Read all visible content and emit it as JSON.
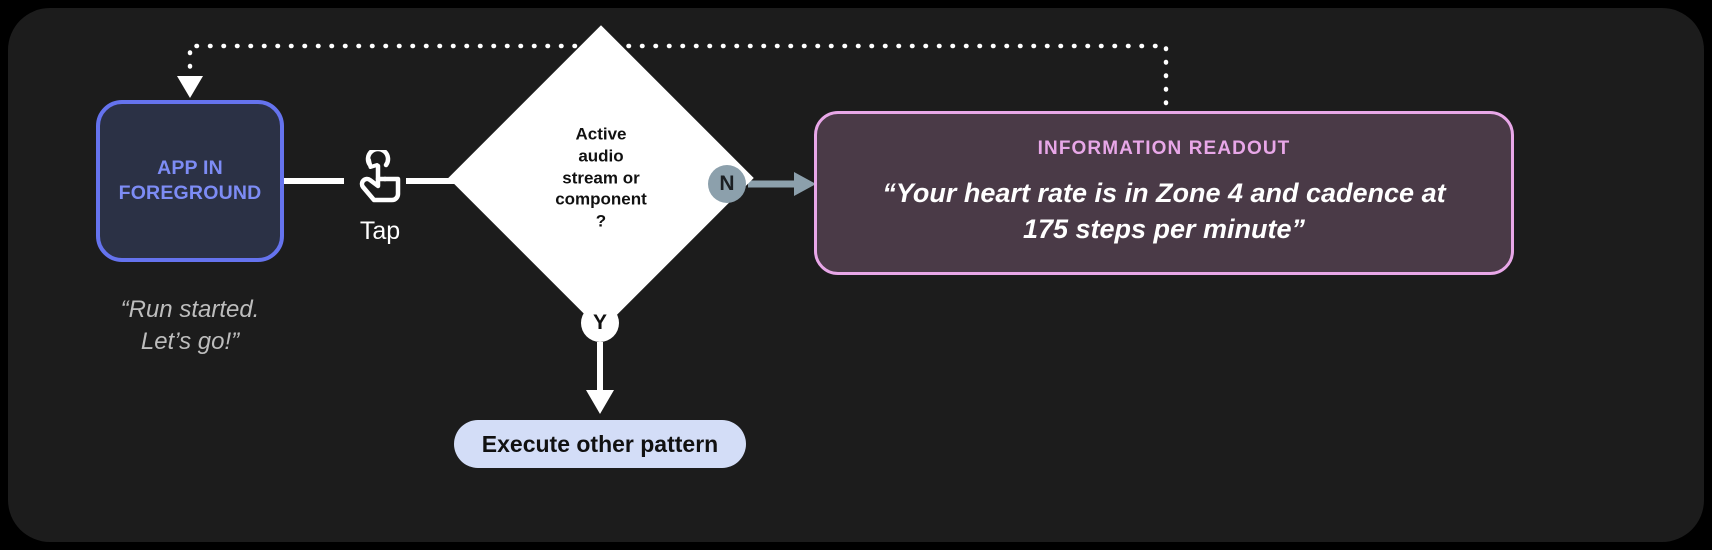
{
  "canvas": {
    "background": "#1c1c1c",
    "page_background": "#000000"
  },
  "app_node": {
    "label": "APP IN\nFOREGROUND",
    "label_line1": "APP IN",
    "label_line2": "FOREGROUND",
    "border_color": "#6573ee",
    "fill_color": "#2b3145",
    "text_color": "#7d8cf5",
    "caption_line1": "“Run started.",
    "caption_line2": "Let’s go!”",
    "caption_color": "#bdbdbd"
  },
  "gesture": {
    "icon": "tap-hand-icon",
    "label": "Tap",
    "color": "#ffffff"
  },
  "decision": {
    "line1": "Active",
    "line2": "audio",
    "line3": "stream or",
    "line4": "component",
    "line5": "?",
    "fill_color": "#ffffff",
    "text_color": "#111111"
  },
  "branches": {
    "no": {
      "badge_label": "N",
      "badge_color": "#8ca0ac",
      "badge_text_color": "#1c2024",
      "arrow_color": "#8ca0ac"
    },
    "yes": {
      "badge_label": "Y",
      "badge_color": "#ffffff",
      "badge_text_color": "#111111",
      "arrow_color": "#ffffff"
    }
  },
  "execute_pill": {
    "label": "Execute other pattern",
    "fill_color": "#d3ddf7",
    "text_color": "#111111"
  },
  "readout": {
    "title": "INFORMATION READOUT",
    "text_line1": "“Your heart rate is in Zone 4 and cadence at",
    "text_line2": "175 steps per minute”",
    "border_color": "#e8a7e8",
    "fill_color": "#4a3a47",
    "title_color": "#e8a7e8",
    "text_color": "#ffffff"
  },
  "feedback_loop": {
    "style": "dotted",
    "color": "#ffffff",
    "description": "readout returns to app in foreground"
  }
}
